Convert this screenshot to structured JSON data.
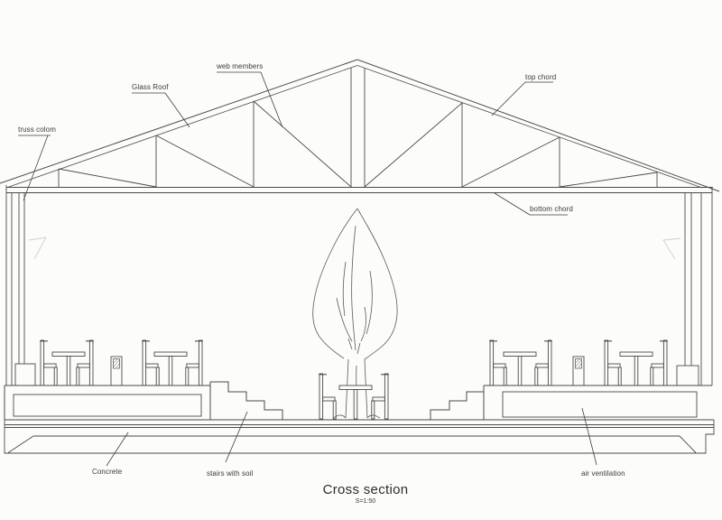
{
  "page": {
    "background_color": "#fcfcfb",
    "ink_color": "#4a4a4a"
  },
  "drawing": {
    "title": "Cross section",
    "scale": "S=1:50",
    "labels": {
      "truss_column": "truss colom",
      "glass_roof": "Glass Roof",
      "web_members": "web members",
      "top_chord": "top chord",
      "bottom_chord": "bottom chord",
      "concrete": "Concrete",
      "stairs_with_soil": "stairs with soil",
      "air_ventilation": "air ventilation"
    }
  }
}
